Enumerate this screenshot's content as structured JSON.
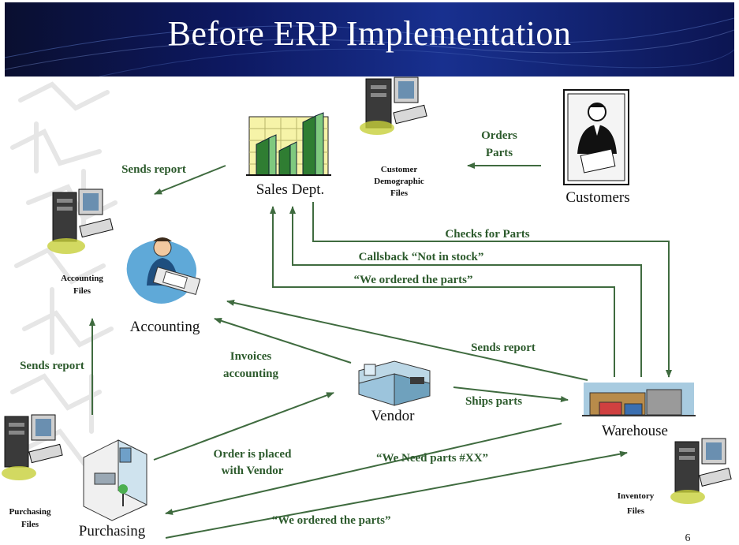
{
  "title": "Before ERP Implementation",
  "nodes": {
    "sales": "Sales Dept.",
    "customers": "Customers",
    "accounting": "Accounting",
    "vendor": "Vendor",
    "warehouse": "Warehouse",
    "purchasing": "Purchasing"
  },
  "files": {
    "customer_l1": "Customer",
    "customer_l2": "Demographic",
    "customer_l3": "Files",
    "accounting_l1": "Accounting",
    "accounting_l2": "Files",
    "purchasing_l1": "Purchasing",
    "purchasing_l2": "Files",
    "inventory_l1": "Inventory",
    "inventory_l2": "Files"
  },
  "flows": {
    "orders_l1": "Orders",
    "orders_l2": "Parts",
    "sends_report_sales": "Sends report",
    "checks_parts": "Checks for Parts",
    "callsback": "Callsback  “Not in stock”",
    "ordered_to_sales": "“We ordered the parts”",
    "sends_report_warehouse": "Sends report",
    "invoices_l1": "Invoices",
    "invoices_l2": "accounting",
    "ships_parts": "Ships parts",
    "order_placed_l1": "Order is placed",
    "order_placed_l2": "with Vendor",
    "need_parts": "“We Need parts #XX”",
    "ordered_bottom": "“We ordered the parts”",
    "sends_report_purchasing": "Sends report"
  },
  "page_number": "6"
}
